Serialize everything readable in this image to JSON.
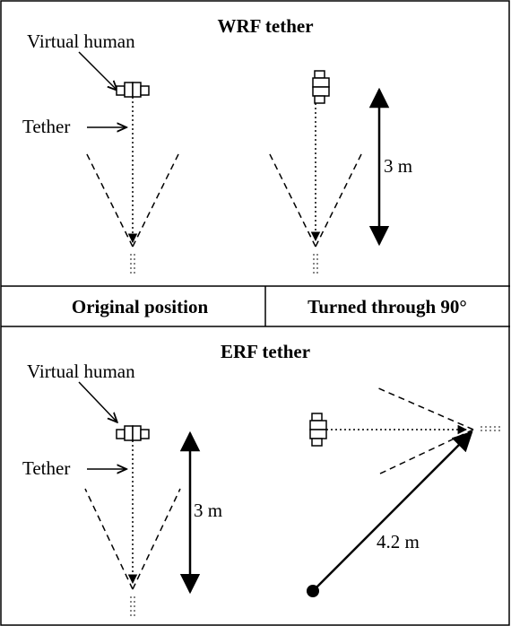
{
  "top_panel": {
    "title": "WRF tether",
    "virtual_human_label": "Virtual human",
    "tether_label": "Tether",
    "distance_label": "3 m"
  },
  "middle_bar": {
    "left_label": "Original position",
    "right_label": "Turned through 90°"
  },
  "bottom_panel": {
    "title": "ERF tether",
    "virtual_human_label": "Virtual human",
    "tether_label": "Tether",
    "distance_label": "3 m",
    "diagonal_label": "4.2 m"
  }
}
